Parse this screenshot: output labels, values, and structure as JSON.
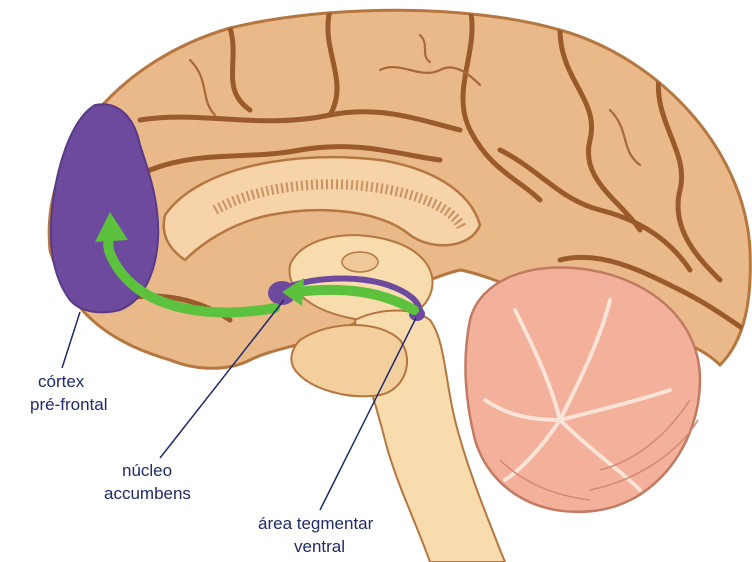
{
  "labels": {
    "prefrontal_line1": "córtex",
    "prefrontal_line2": "pré-frontal",
    "accumbens_line1": "núcleo",
    "accumbens_line2": "accumbens",
    "vta_line1": "área tegmentar",
    "vta_line2": "ventral"
  },
  "colors": {
    "cortex": "#e9b98a",
    "sulcus": "#9a5a2c",
    "prefrontal_region": "#6e4a9e",
    "pathway_arrow": "#5cc13c",
    "cerebellum": "#f3b09a",
    "brainstem": "#f8dcae",
    "leader_line": "#1f2a6b",
    "label_text": "#1f2a6b"
  }
}
